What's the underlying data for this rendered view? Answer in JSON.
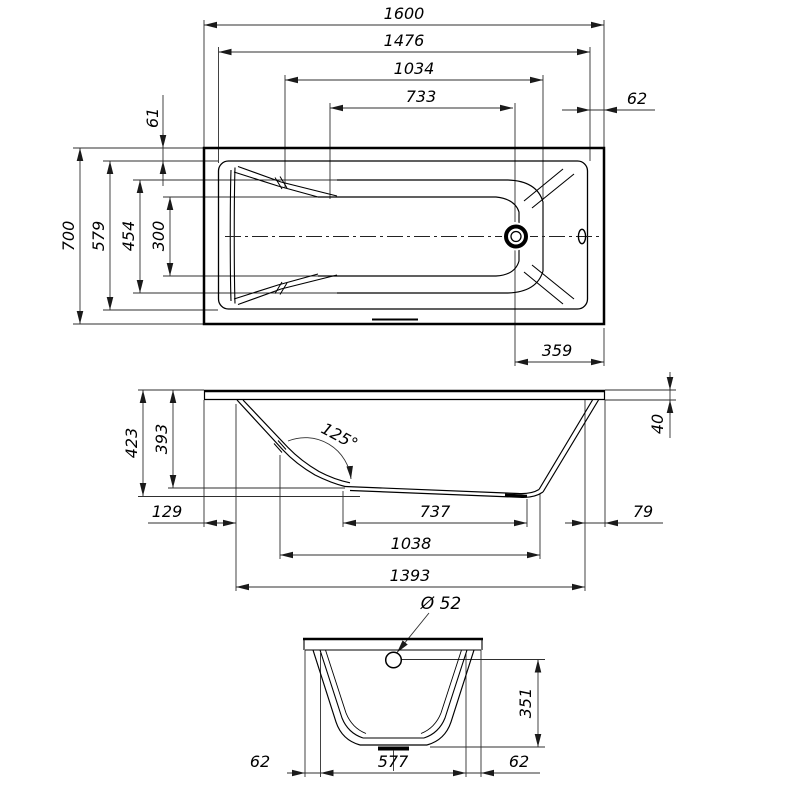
{
  "drawing": {
    "type": "bathtub-technical-drawing",
    "background": "#ffffff",
    "line_color": "#000000",
    "dim_line_color": "#2f2f2f"
  },
  "dims": {
    "plan": {
      "overall_length": "1600",
      "rim_length": "1476",
      "mid_length": "1034",
      "bottom_length": "733",
      "rim_offset_right": "62",
      "rim_offset_top": "61",
      "overall_width": "700",
      "rim_width": "579",
      "mid_width": "454",
      "bottom_width": "300",
      "drain_offset": "359"
    },
    "side": {
      "overall_height": "423",
      "inner_depth": "393",
      "backrest_angle": "125°",
      "rim_height": "40",
      "left_offset": "129",
      "floor_length": "737",
      "floor_full_length": "1038",
      "inner_length": "1393",
      "right_offset": "79"
    },
    "end": {
      "drain_diameter": "Ø 52",
      "drain_depth": "351",
      "left_offset": "62",
      "floor_width": "577",
      "right_offset": "62"
    }
  }
}
